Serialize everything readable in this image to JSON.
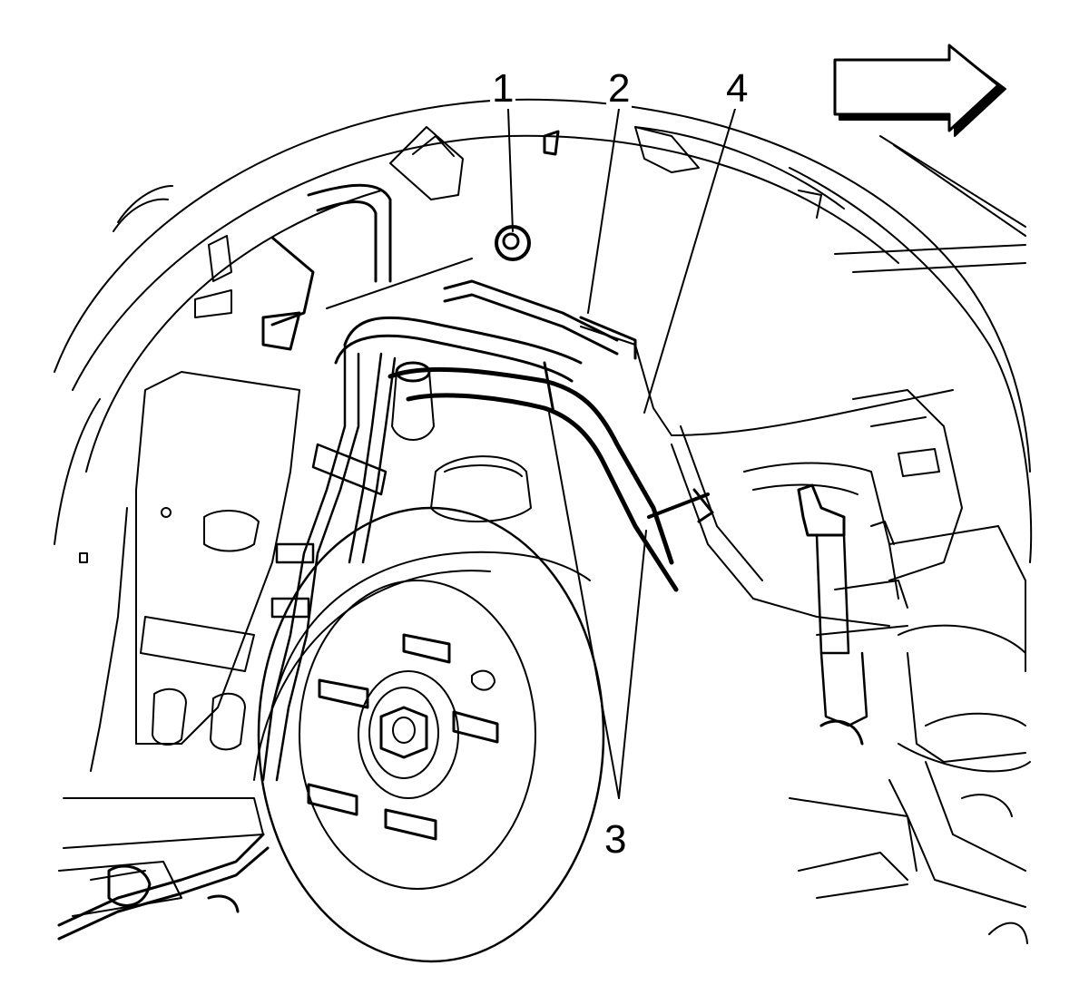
{
  "callouts": [
    {
      "id": "1",
      "label": "1"
    },
    {
      "id": "2",
      "label": "2"
    },
    {
      "id": "3",
      "label": "3"
    },
    {
      "id": "4",
      "label": "4"
    }
  ],
  "colors": {
    "line": "#000000",
    "background": "#ffffff"
  },
  "icons": {
    "direction": "forward-arrow-icon"
  }
}
